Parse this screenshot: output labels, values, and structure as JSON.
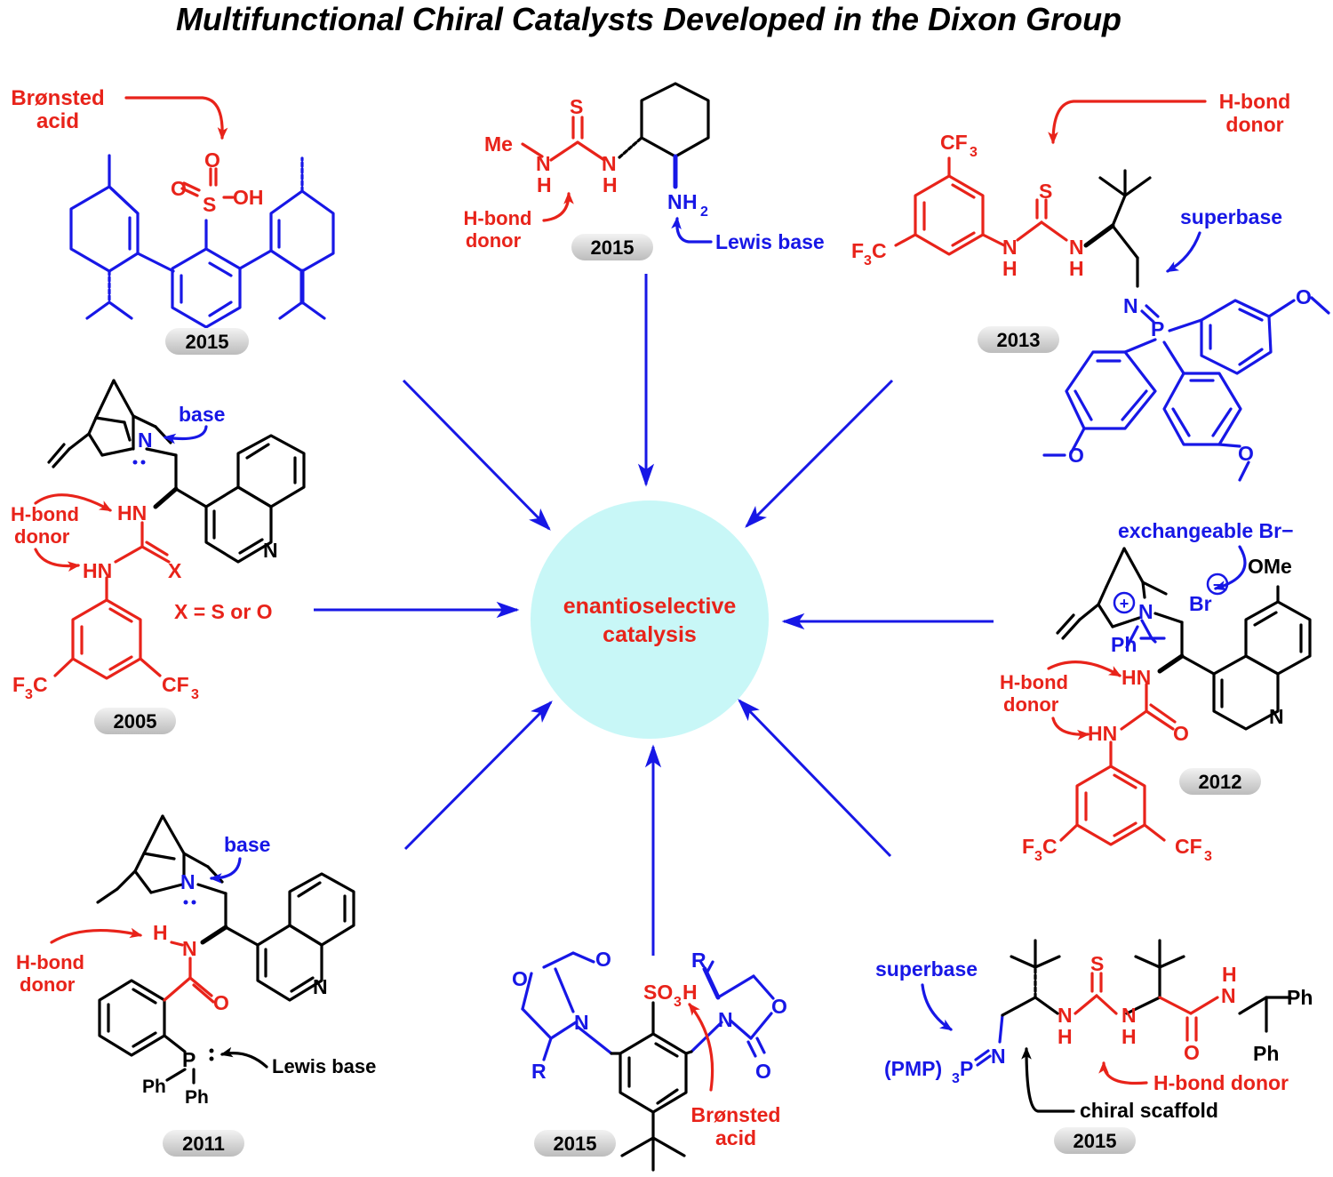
{
  "title": "Multifunctional Chiral Catalysts Developed in the Dixon Group",
  "center": {
    "line1": "enantioselective",
    "line2": "catalysis"
  },
  "colors": {
    "blue": "#1717e6",
    "red": "#e8231a",
    "center_fill": "#c8f7f7",
    "badge": "#d9d9d9"
  },
  "years": {
    "tl": "2015",
    "tc": "2015",
    "tr": "2013",
    "ml": "2005",
    "mr": "2012",
    "bl": "2011",
    "bc": "2015",
    "br": "2015"
  },
  "labels": {
    "bronsted_acid_1": "Brønsted",
    "bronsted_acid_2": "acid",
    "hbond_donor_1": "H-bond",
    "hbond_donor_2": "donor",
    "lewis_base": "Lewis base",
    "superbase": "superbase",
    "base": "base",
    "exchangeable": "exchangeable Br−",
    "x_def": "X = S or O",
    "hbond_donor_single": "H-bond donor",
    "chiral_scaffold": "chiral scaffold"
  },
  "atoms": {
    "S": "S",
    "O": "O",
    "OH": "OH",
    "N": "N",
    "H": "H",
    "HN": "HN",
    "Me": "Me",
    "NH": "NH",
    "NH2_sub": "2",
    "CF": "CF",
    "sub3": "3",
    "F": "F",
    "C": "C",
    "P": "P",
    "Ph": "Ph",
    "X": "X",
    "R": "R",
    "OMe": "OMe",
    "Br": "Br",
    "SO": "SO",
    "PMP": "(PMP)",
    "plus": "+",
    "minus": "−"
  }
}
